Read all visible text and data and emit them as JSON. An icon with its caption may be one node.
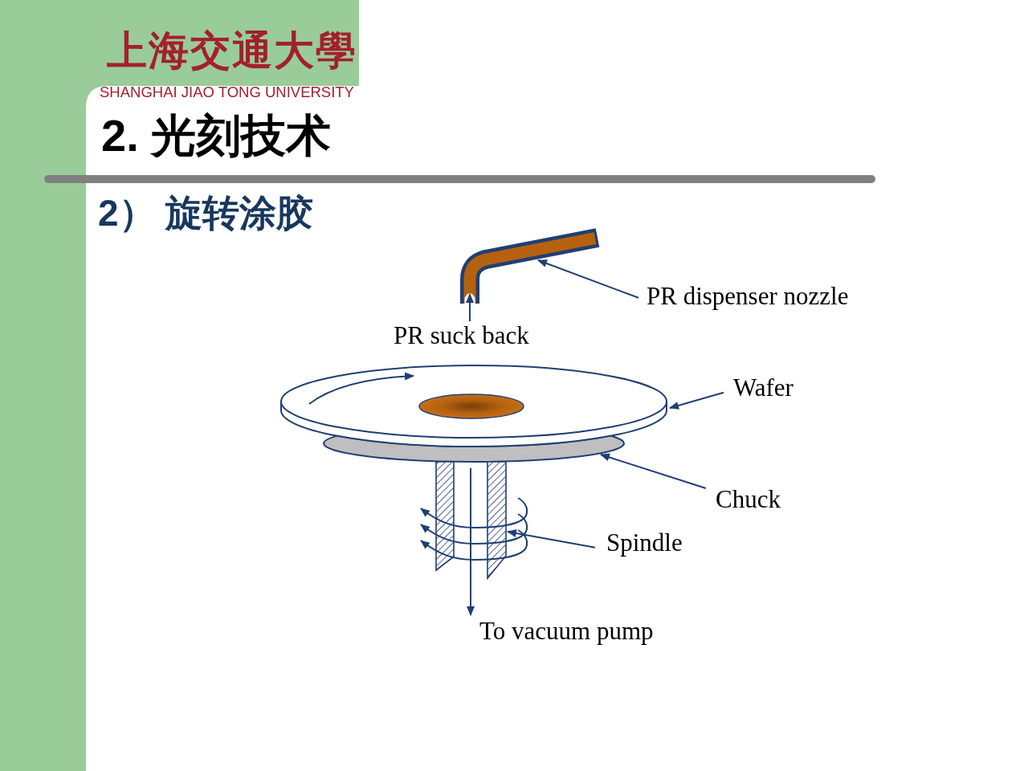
{
  "diagram": {
    "title": "2. 光刻技术",
    "nodes": [
      {
        "text": [
          "PR dispenser nozzle"
        ]
      },
      {
        "text": [],
        "shape": "picture"
      },
      {
        "text": [
          "PR suck back"
        ]
      },
      {
        "text": [
          "Wafer"
        ]
      },
      {
        "text": [],
        "shape": "picture"
      },
      {
        "text": [
          "Chuck"
        ]
      },
      {
        "text": [],
        "shape": "circle"
      },
      {
        "text": [
          "Spindle"
        ]
      },
      {
        "text": [],
        "shape": "picture"
      },
      {
        "text": [
          "To vacuum pump"
        ]
      }
    ],
    "edges": [
      {
        "from": 0,
        "to": 1,
        "arrow": "to"
      },
      {
        "from": 2,
        "to": 1,
        "arrow": "to"
      },
      {
        "from": 3,
        "to": 4,
        "arrow": "to"
      },
      {
        "from": 5,
        "to": 6,
        "arrow": "to"
      },
      {
        "from": 7,
        "to": 8,
        "arrow": "to"
      },
      {
        "from": 8,
        "to": 9,
        "arrow": "to"
      }
    ],
    "labels": [
      "上海交通大學",
      "SHANGHAI JIAO TONG UNIVERSITY",
      "2） 旋转涂胶"
    ]
  }
}
